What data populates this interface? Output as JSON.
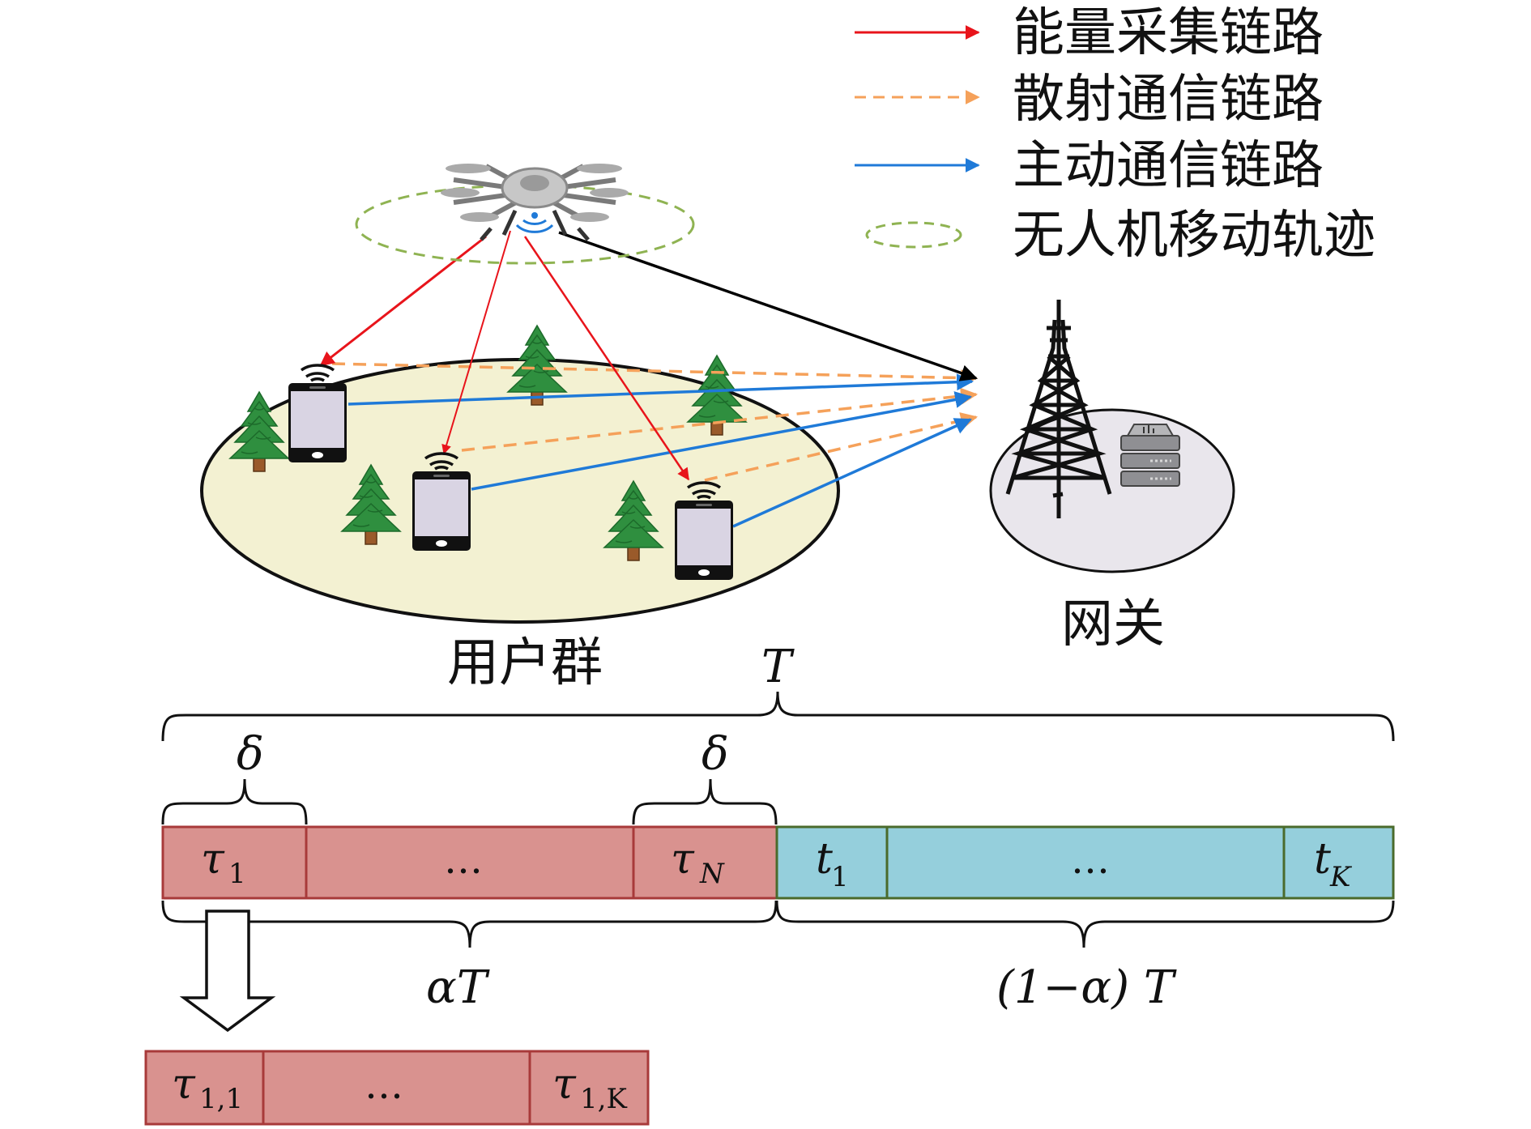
{
  "legend": {
    "items": [
      {
        "label": "能量采集链路",
        "color": "#e8141b",
        "style": "solid"
      },
      {
        "label": "散射通信链路",
        "color": "#f5a15a",
        "style": "dashed"
      },
      {
        "label": "主动通信链路",
        "color": "#1f7ad8",
        "style": "solid"
      },
      {
        "label": "无人机移动轨迹",
        "color": "#8fb352",
        "style": "dashed-ellipse"
      }
    ]
  },
  "scene": {
    "user_group_label": "用户群",
    "gateway_label": "网关"
  },
  "timeline": {
    "total_label": "T",
    "delta_first": "δ",
    "delta_last": "δ",
    "alpha_label": "αT",
    "one_minus_alpha_label": "(1−α) T",
    "red_segments": {
      "first_main": "τ",
      "first_sub": "1",
      "ellipsis": "…",
      "last_main": "τ",
      "last_sub": "N"
    },
    "blue_segments": {
      "first_main": "t",
      "first_sub": "1",
      "ellipsis": "…",
      "last_main": "t",
      "last_sub": "K"
    },
    "sub_segments": {
      "first_main": "τ",
      "first_sub": "1,1",
      "ellipsis": "…",
      "last_main": "τ",
      "last_sub": "1,K"
    }
  },
  "colors": {
    "red_block": "#d9928f",
    "red_border": "#a83a3a",
    "blue_block": "#95cfdc",
    "blue_border": "#4a6b2c",
    "ground": "#f3f1d2",
    "energy": "#e8141b",
    "backscatter": "#f5a15a",
    "active": "#1f7ad8",
    "trajectory": "#8fb352"
  }
}
